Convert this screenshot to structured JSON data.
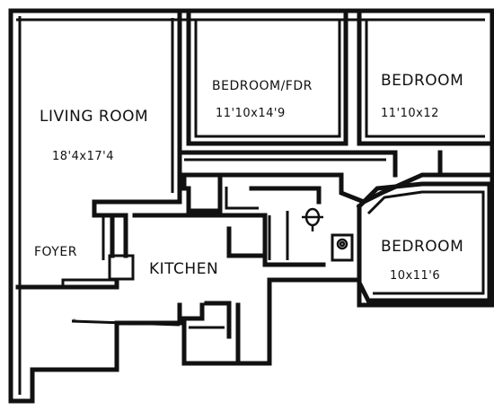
{
  "rooms": {
    "living_room": {
      "name": "LIVING ROOM",
      "dims": "18'4x17'4"
    },
    "bedroom_fdr": {
      "name": "BEDROOM/FDR",
      "dims": "11'10x14'9"
    },
    "bedroom_1": {
      "name": "BEDROOM",
      "dims": "11'10x12"
    },
    "bedroom_2": {
      "name": "BEDROOM",
      "dims": "10x11'6"
    },
    "foyer": {
      "name": "FOYER"
    },
    "kitchen": {
      "name": "KITCHEN"
    }
  }
}
